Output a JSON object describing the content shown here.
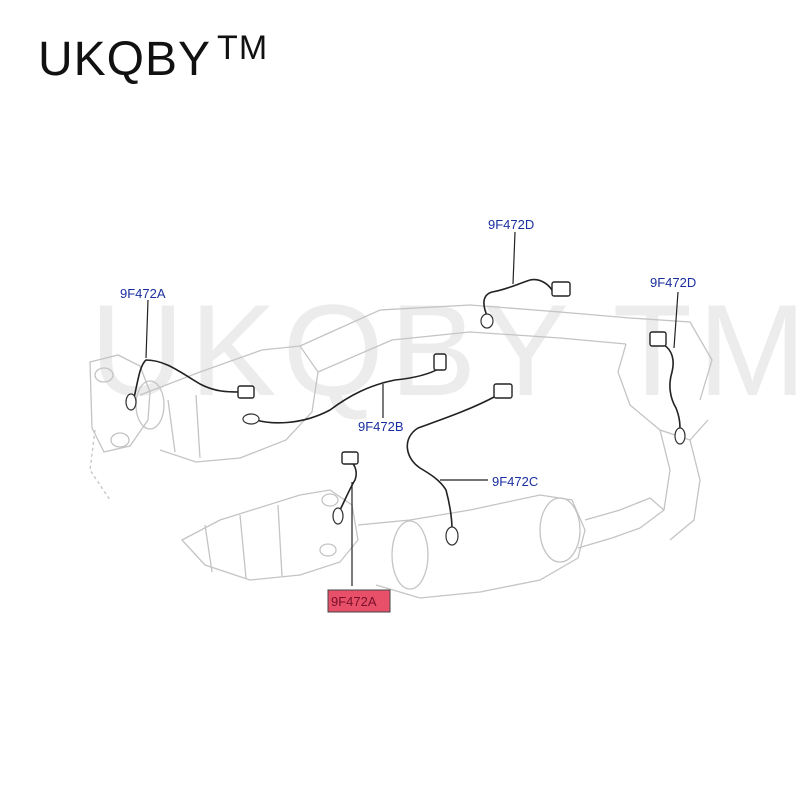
{
  "brand": {
    "name": "UKQBY",
    "tm": "TM"
  },
  "watermark": "UKQBY TM",
  "colors": {
    "label": "#1a2fa0",
    "highlight_fill": "#e8506a",
    "highlight_border": "#444444",
    "outline": "#c4c4c4",
    "wire": "#222222"
  },
  "labels": {
    "a_left": "9F472A",
    "b": "9F472B",
    "d_top": "9F472D",
    "d_right": "9F472D",
    "c": "9F472C",
    "a_highlighted": "9F472A"
  }
}
